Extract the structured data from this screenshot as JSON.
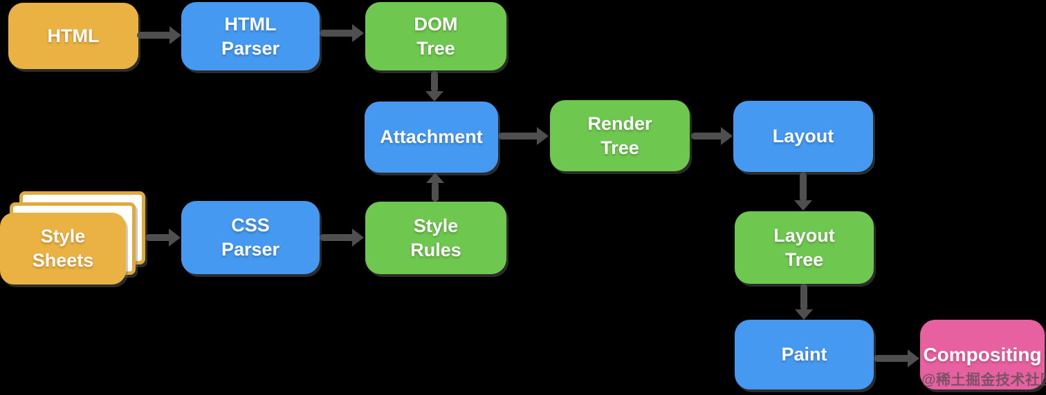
{
  "diagram": {
    "name": "browser-rendering-pipeline",
    "background": "#000000",
    "arrow_color": "#4F4F4F",
    "colors": {
      "source_orange": "#EAB242",
      "process_blue": "#4599F0",
      "artifact_green": "#6EC74E",
      "final_pink": "#E7609F",
      "sheet_fill": "#FFFFFF",
      "sheet_border": "#E1A83B",
      "label_text": "#FFFFFF"
    },
    "nodes": {
      "html": {
        "label": "HTML",
        "color": "#EAB242"
      },
      "html_parser": {
        "label": "HTML\nParser",
        "color": "#4599F0"
      },
      "dom_tree": {
        "label": "DOM\nTree",
        "color": "#6EC74E"
      },
      "attachment": {
        "label": "Attachment",
        "color": "#4599F0"
      },
      "render_tree": {
        "label": "Render\nTree",
        "color": "#6EC74E"
      },
      "layout": {
        "label": "Layout",
        "color": "#4599F0"
      },
      "style_sheets": {
        "label": "Style\nSheets",
        "color": "#EAB242"
      },
      "css_parser": {
        "label": "CSS\nParser",
        "color": "#4599F0"
      },
      "style_rules": {
        "label": "Style\nRules",
        "color": "#6EC74E"
      },
      "layout_tree": {
        "label": "Layout\nTree",
        "color": "#6EC74E"
      },
      "paint": {
        "label": "Paint",
        "color": "#4599F0"
      },
      "compositing": {
        "label": "Compositing",
        "color": "#E7609F"
      }
    },
    "edges": [
      {
        "from": "html",
        "to": "html_parser",
        "direction": "right"
      },
      {
        "from": "html_parser",
        "to": "dom_tree",
        "direction": "right"
      },
      {
        "from": "dom_tree",
        "to": "attachment",
        "direction": "down"
      },
      {
        "from": "style_sheets",
        "to": "css_parser",
        "direction": "right"
      },
      {
        "from": "css_parser",
        "to": "style_rules",
        "direction": "right"
      },
      {
        "from": "style_rules",
        "to": "attachment",
        "direction": "up"
      },
      {
        "from": "attachment",
        "to": "render_tree",
        "direction": "right"
      },
      {
        "from": "render_tree",
        "to": "layout",
        "direction": "right"
      },
      {
        "from": "layout",
        "to": "layout_tree",
        "direction": "down"
      },
      {
        "from": "layout_tree",
        "to": "paint",
        "direction": "down"
      },
      {
        "from": "paint",
        "to": "compositing",
        "direction": "right"
      }
    ]
  },
  "watermark": {
    "text": "@稀土掘金技术社区"
  }
}
